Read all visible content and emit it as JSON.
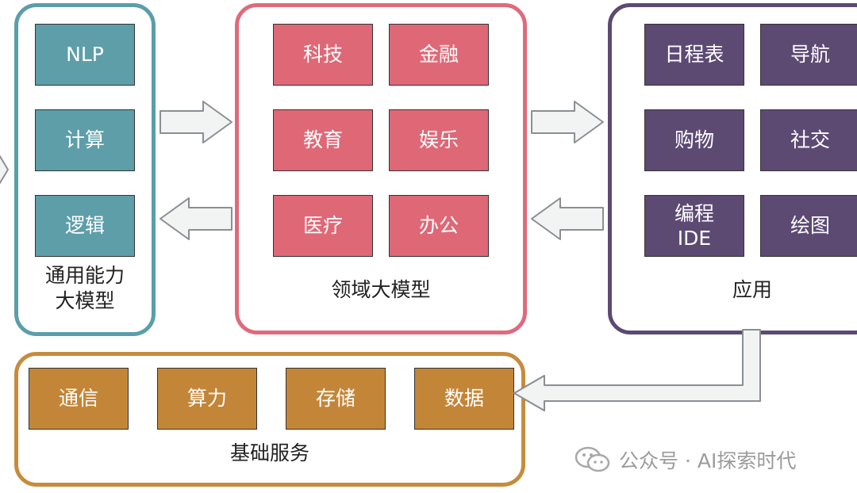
{
  "general": {
    "tiles": [
      "NLP",
      "计算",
      "逻辑"
    ],
    "caption": "通用能力\n大模型"
  },
  "domain": {
    "tiles": [
      "科技",
      "金融",
      "教育",
      "娱乐",
      "医疗",
      "办公"
    ],
    "caption": "领域大模型"
  },
  "app": {
    "tiles": [
      "日程表",
      "导航",
      "购物",
      "社交",
      "编程\nIDE",
      "绘图"
    ],
    "caption": "应用"
  },
  "base": {
    "tiles": [
      "通信",
      "算力",
      "存储",
      "数据"
    ],
    "caption": "基础服务"
  },
  "watermark": {
    "text": "公众号 · AI探索时代"
  },
  "colors": {
    "general": "#5e9ea9",
    "domain": "#df6877",
    "app": "#5d4a73",
    "base": "#c38638"
  }
}
